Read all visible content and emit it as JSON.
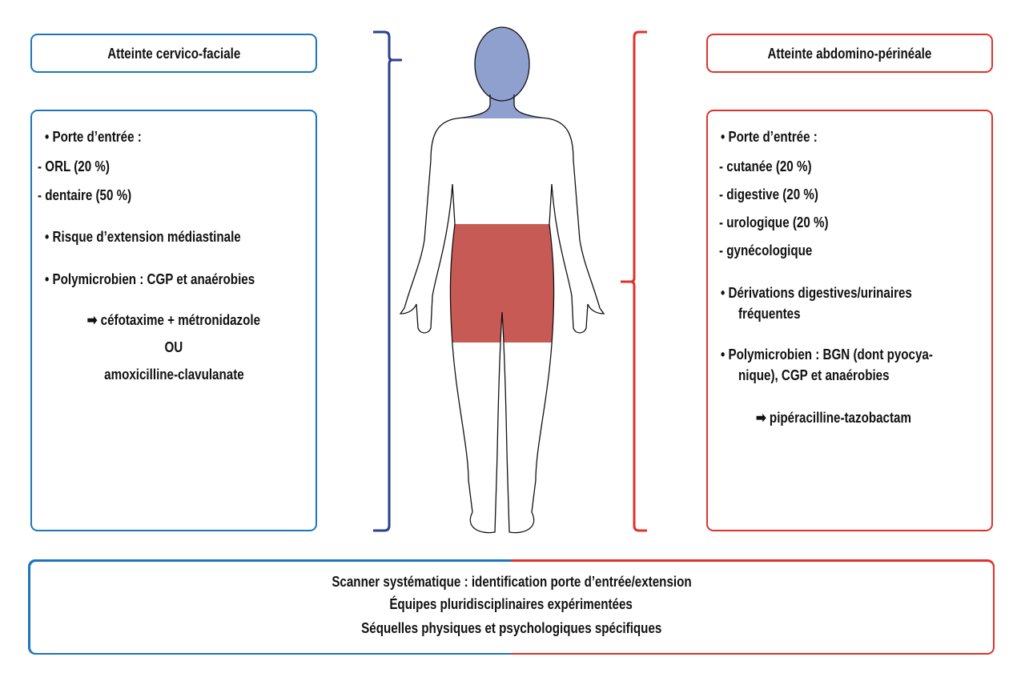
{
  "colors": {
    "cervico_border": "#1c76bc",
    "abdomino_border": "#e0322b",
    "cervico_bracket": "#2b3f8f",
    "abdomino_bracket": "#e0322b",
    "head_fill": "#8fa0cf",
    "pelvis_fill": "#c85a55"
  },
  "left": {
    "title": "Atteinte cervico-faciale",
    "lines": [
      "• Porte d’entrée :",
      "- ORL (20 %)",
      "- dentaire (50 %)",
      "•  Risque d’extension médiastinale",
      "•  Polymicrobien : CGP et anaérobies"
    ],
    "treatment": [
      "➡ céfotaxime + métronidazole",
      "OU",
      "amoxicilline-clavulanate"
    ]
  },
  "right": {
    "title": "Atteinte abdomino-périnéale",
    "lines": [
      "• Porte d’entrée :",
      "- cutanée (20 %)",
      "- digestive (20 %)",
      "- urologique (20 %)",
      "- gynécologique",
      "•  Dérivations digestives/urinaires",
      "fréquentes",
      "•  Polymicrobien : BGN (dont pyocya-",
      "nique), CGP et anaérobies"
    ],
    "treatment": "➡ pipéracilline-tazobactam"
  },
  "bottom": [
    "Scanner systématique : identification porte d’entrée/extension",
    "Équipes pluridisciplinaires expérimentées",
    "Séquelles physiques et psychologiques spécifiques"
  ]
}
